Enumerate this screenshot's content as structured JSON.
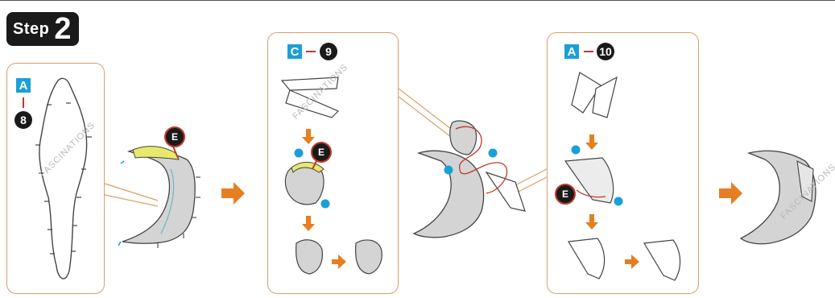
{
  "step": {
    "word": "Step",
    "number": "2"
  },
  "panel_a8": {
    "part_letter": "A",
    "part_number": "8"
  },
  "panel_c9": {
    "part_letter": "C",
    "part_number": "9"
  },
  "panel_a10": {
    "part_letter": "A",
    "part_number": "10"
  },
  "markers": {
    "e_label": "E"
  },
  "watermark": "FASCINATIONS",
  "colors": {
    "frame": "#d9a066",
    "arrow": "#e67e22",
    "badge_blue": "#1aa0d6",
    "dot_blue": "#1aa0d6",
    "red_line": "#c0392b",
    "part_fill": "#cfcfcf",
    "tab_yellow": "#e8e86a"
  }
}
